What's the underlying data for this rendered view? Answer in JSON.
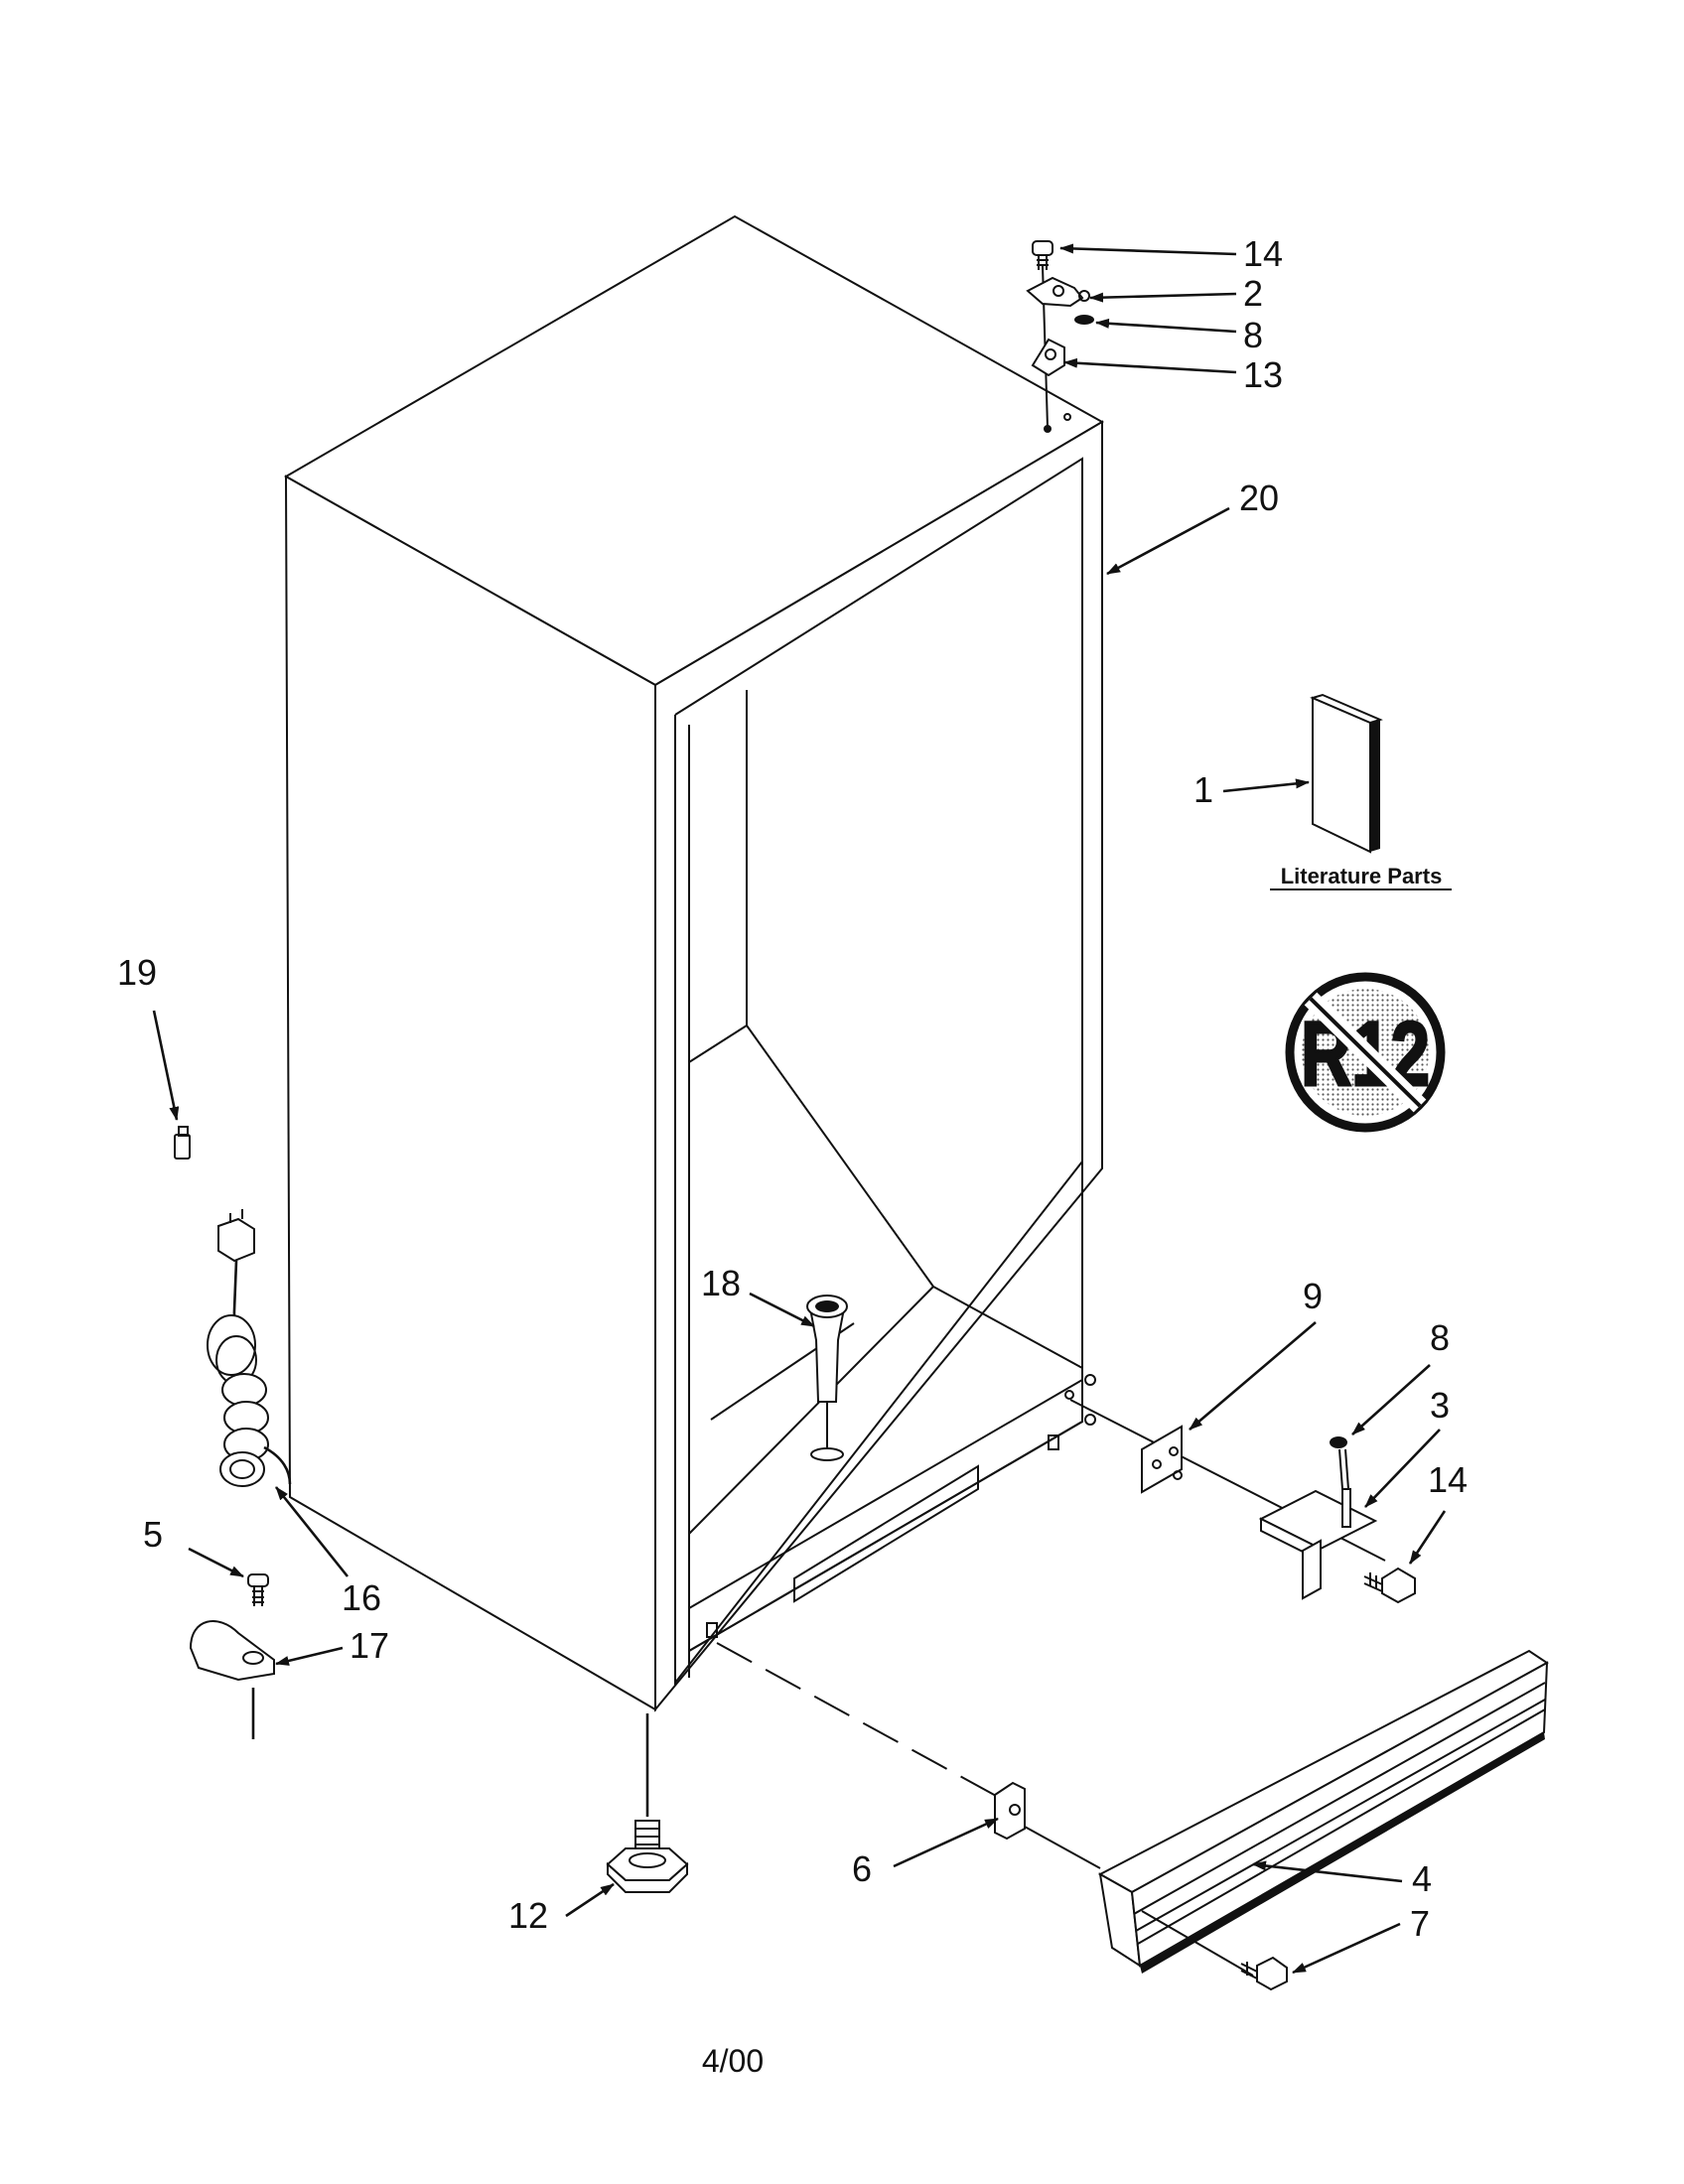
{
  "callouts": [
    {
      "id": "c14a",
      "label": "14"
    },
    {
      "id": "c2",
      "label": "2"
    },
    {
      "id": "c8a",
      "label": "8"
    },
    {
      "id": "c13",
      "label": "13"
    },
    {
      "id": "c20",
      "label": "20"
    },
    {
      "id": "c1",
      "label": "1"
    },
    {
      "id": "c19",
      "label": "19"
    },
    {
      "id": "c18",
      "label": "18"
    },
    {
      "id": "c9",
      "label": "9"
    },
    {
      "id": "c8b",
      "label": "8"
    },
    {
      "id": "c3",
      "label": "3"
    },
    {
      "id": "c14b",
      "label": "14"
    },
    {
      "id": "c5",
      "label": "5"
    },
    {
      "id": "c16",
      "label": "16"
    },
    {
      "id": "c17",
      "label": "17"
    },
    {
      "id": "c12",
      "label": "12"
    },
    {
      "id": "c6",
      "label": "6"
    },
    {
      "id": "c4",
      "label": "4"
    },
    {
      "id": "c7",
      "label": "7"
    }
  ],
  "literature_label": "Literature Parts",
  "r12_mark": "R12",
  "footer_date": "4/00",
  "colors": {
    "line": "#111111",
    "background": "#ffffff"
  }
}
